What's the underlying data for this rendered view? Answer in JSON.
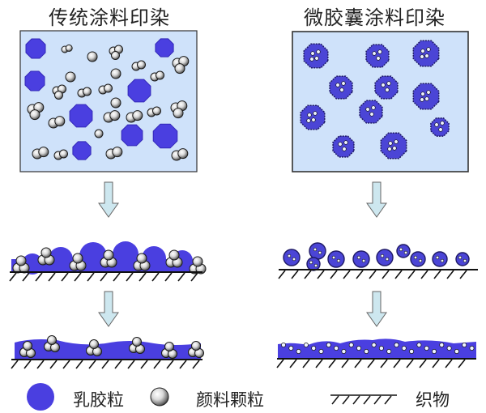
{
  "titles": {
    "left": "传统涂料印染",
    "right": "微胶囊涂料印染"
  },
  "legend": {
    "latex": "乳胶粒",
    "pigment": "颜料颗粒",
    "fabric": "织物"
  },
  "colors": {
    "latex_blue": "#4a3fe0",
    "capsule_blue": "#4b45d6",
    "panel_bg": "#cfe2fa",
    "arrow_fill": "#cde7ef",
    "outline": "#222222"
  },
  "panels": [
    {
      "id": "traditional",
      "stage": "dispersion"
    },
    {
      "id": "microcapsule",
      "stage": "dispersion"
    }
  ]
}
